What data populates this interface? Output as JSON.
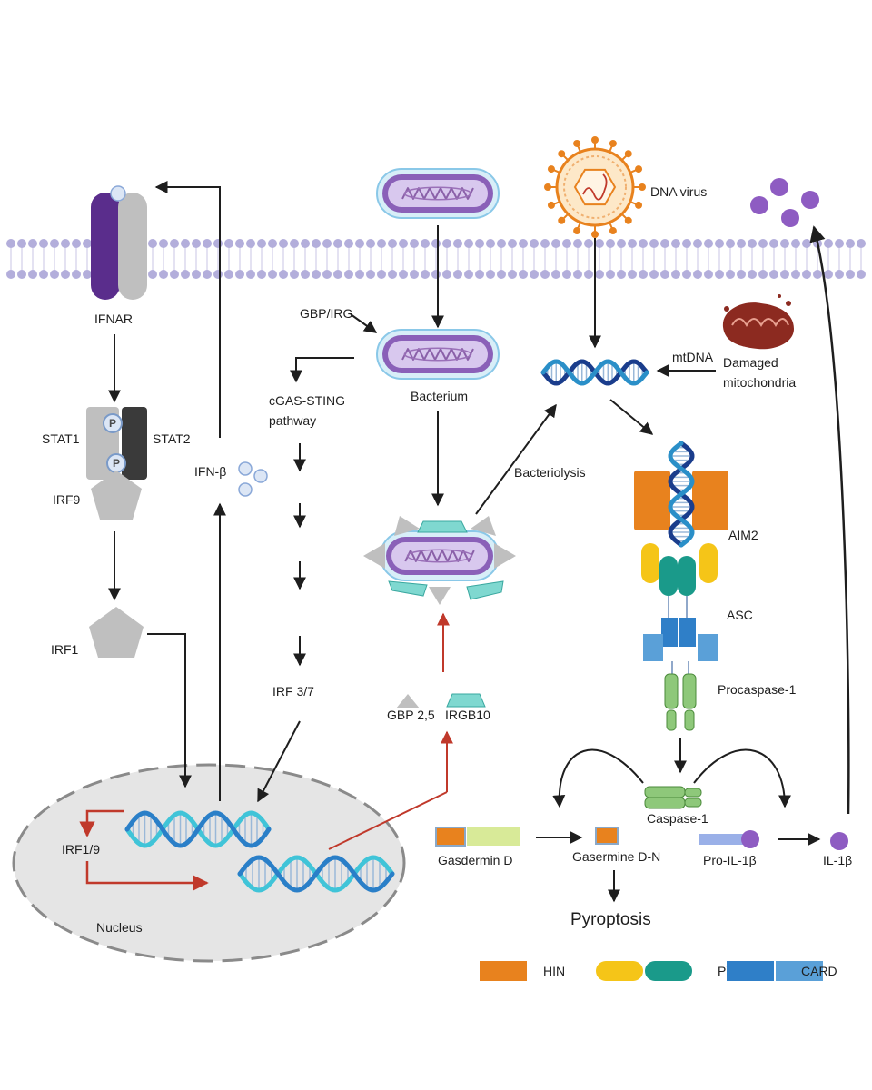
{
  "labels": {
    "ifnar": "IFNAR",
    "stat1": "STAT1",
    "stat2": "STAT2",
    "p": "P",
    "irf9": "IRF9",
    "irf1": "IRF1",
    "ifn_beta": "IFN-β",
    "gbp_irg": "GBP/IRG",
    "bacterium": "Bacterium",
    "cgas_line1": "cGAS-STING",
    "cgas_line2": "pathway",
    "irf37": "IRF 3/7",
    "gbp25": "GBP 2,5",
    "irgb10": "IRGB10",
    "bacteriolysis": "Bacteriolysis",
    "dna_virus": "DNA virus",
    "mtdna": "mtDNA",
    "damaged_line1": "Damaged",
    "damaged_line2": "mitochondria",
    "aim2": "AIM2",
    "asc": "ASC",
    "procaspase1": "Procaspase-1",
    "caspase1": "Caspase-1",
    "gasdermin_d": "Gasdermin D",
    "gasdermin_dn": "Gasermine D-N",
    "pro_il1b": "Pro-IL-1β",
    "il1b": "IL-1β",
    "pyroptosis": "Pyroptosis",
    "irf19": "IRF1/9",
    "nucleus": "Nucleus"
  },
  "legend": [
    {
      "label": "HIN",
      "colors": [
        "#e8821e"
      ]
    },
    {
      "label": "PYD",
      "colors": [
        "#f5c518",
        "#1a9a8a"
      ]
    },
    {
      "label": "CARD",
      "colors": [
        "#2f7fc8",
        "#5aa0d8"
      ]
    }
  ],
  "colors": {
    "membrane_head": "#b3aedb",
    "ifnar_purple": "#5a2d8c",
    "dna_light": "#40c4d8",
    "dna_dark": "#1a3d8c",
    "red_arrow": "#c0392b",
    "il1b": "#8e5cc2"
  }
}
